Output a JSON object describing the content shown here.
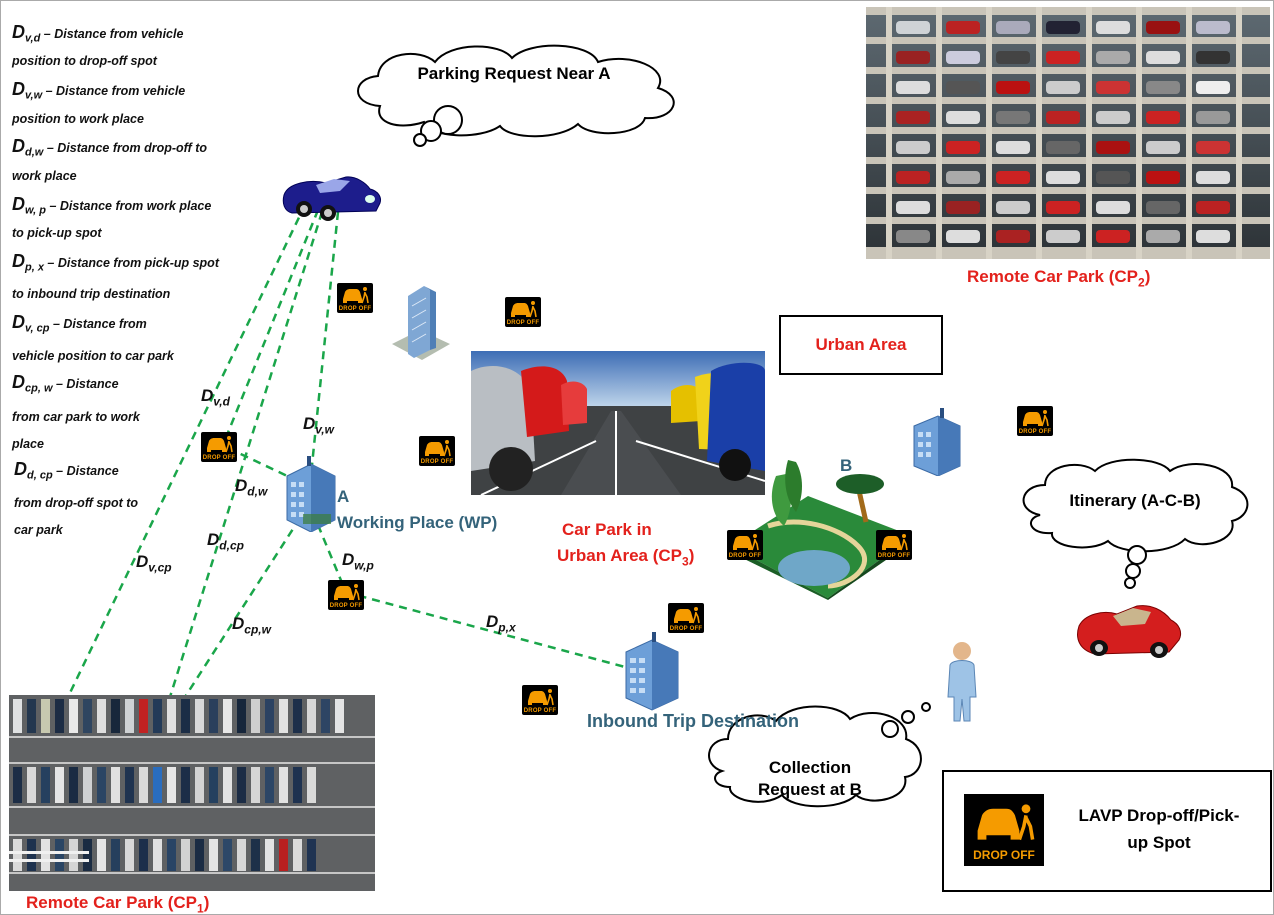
{
  "legend": [
    {
      "sym": "D",
      "sub": "v,d",
      "line1": " – Distance from vehicle",
      "line2": "position to drop-off spot"
    },
    {
      "sym": "D",
      "sub": "v,w",
      "line1": " – Distance from vehicle",
      "line2": "position to work place"
    },
    {
      "sym": "D",
      "sub": "d,w",
      "line1": " – Distance from drop-off to",
      "line2": "work place"
    },
    {
      "sym": "D",
      "sub": "w, p",
      "line1": " – Distance from work place",
      "line2": "to pick-up spot"
    },
    {
      "sym": "D",
      "sub": "p, x",
      "line1": " – Distance from pick-up spot",
      "line2": "to inbound trip destination"
    },
    {
      "sym": "D",
      "sub": "v, cp",
      "line1": " – Distance from",
      "line2": "vehicle position to car park"
    },
    {
      "sym": "D",
      "sub": "cp, w",
      "line1": " – Distance",
      "line2": "from car park to work",
      "line3": "place"
    },
    {
      "sym": "D",
      "sub": "d, cp",
      "line1": " – Distance",
      "line2": "from drop-off spot to",
      "line3": "car park"
    }
  ],
  "distance_labels": {
    "vd": {
      "sym": "D",
      "sub": "v,d"
    },
    "vw": {
      "sym": "D",
      "sub": "v,w"
    },
    "dw": {
      "sym": "D",
      "sub": "d,w"
    },
    "dcp": {
      "sym": "D",
      "sub": "d,cp"
    },
    "vcp": {
      "sym": "D",
      "sub": "v,cp"
    },
    "wp": {
      "sym": "D",
      "sub": "w,p"
    },
    "cpw": {
      "sym": "D",
      "sub": "cp,w"
    },
    "px": {
      "sym": "D",
      "sub": "p,x"
    }
  },
  "clouds": {
    "parking_request": "Parking Request Near A",
    "itinerary": "Itinerary (A-C-B)",
    "collection_line1": "Collection",
    "collection_line2": "Request at B"
  },
  "labels": {
    "remote_cp2_prefix": "Remote Car Park (CP",
    "remote_cp2_sub": "2",
    "remote_cp1_prefix": "Remote Car Park (CP",
    "remote_cp1_sub": "1",
    "urban_area": "Urban Area",
    "car_park_urban_line1": "Car Park in",
    "car_park_urban_line2_prefix": "Urban Area (CP",
    "car_park_urban_sub": "3",
    "point_a": "A",
    "working_place": "Working Place (WP)",
    "point_b": "B",
    "inbound_trip": "Inbound Trip Destination",
    "lavp_line1": "LAVP Drop-off/Pick-",
    "lavp_line2": "up Spot",
    "drop_off_sign": "DROP OFF"
  },
  "colors": {
    "accent_red": "#e3211c",
    "teal_label": "#34637a",
    "dash_green": "#1aa64a",
    "drop_off_orange": "#f59b00"
  }
}
